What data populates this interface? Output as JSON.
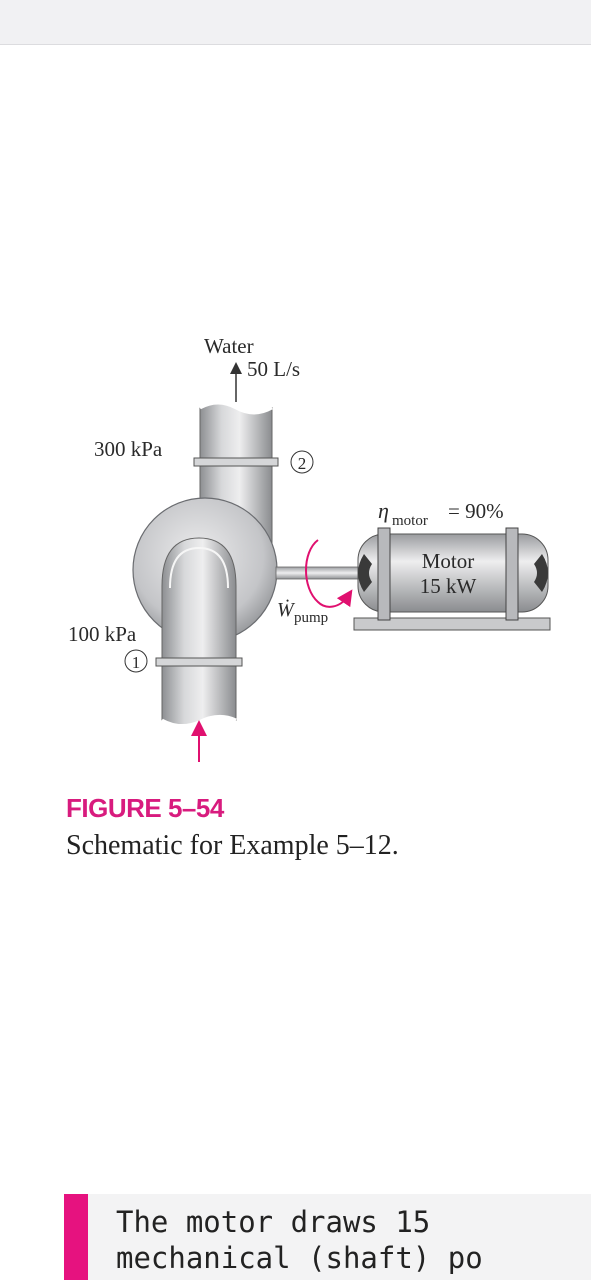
{
  "figure": {
    "labels": {
      "water": "Water",
      "flow": "50 L/s",
      "p_out": "300 kPa",
      "p_in": "100 kPa",
      "state_out": "2",
      "state_in": "1",
      "eta_sym": "η",
      "eta_sub": "motor",
      "eta_val": "= 90%",
      "motor_name": "Motor",
      "motor_power": "15 kW",
      "w_sym": "Ẇ",
      "w_sub": "pump"
    },
    "caption_label": "FIGURE 5–54",
    "caption_text": "Schematic for Example 5–12."
  },
  "note": {
    "line1": "The motor draws 15",
    "line2": "mechanical (shaft) po"
  },
  "colors": {
    "accent": "#d81b7e",
    "note_bar": "#e6127f",
    "arrow": "#e0106f"
  }
}
